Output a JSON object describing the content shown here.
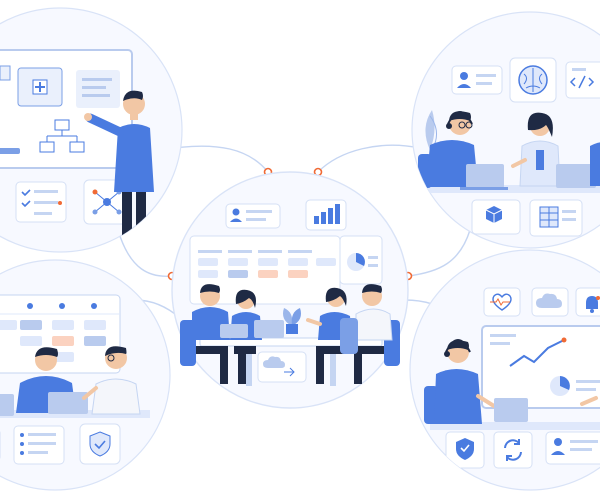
{
  "illustration": {
    "scenes": [
      {
        "id": "presentation",
        "icons": [
          "hospital-diagram-icon",
          "flowchart-icon",
          "checklist-icon",
          "network-icon"
        ]
      },
      {
        "id": "ai-support",
        "icons": [
          "user-card-icon",
          "brain-icon",
          "code-icon",
          "cube-icon",
          "spreadsheet-icon"
        ]
      },
      {
        "id": "central-meeting",
        "icons": [
          "user-card-icon",
          "bar-chart-icon",
          "pie-chart-icon",
          "cloud-sync-icon",
          "plant-icon"
        ]
      },
      {
        "id": "kanban-team",
        "icons": [
          "kanban-board-icon",
          "list-icon",
          "shield-check-icon"
        ]
      },
      {
        "id": "monitoring",
        "icons": [
          "heart-pulse-icon",
          "cloud-icon",
          "bell-icon",
          "line-chart-icon",
          "pie-chart-icon",
          "shield-check-icon",
          "sync-icon",
          "profile-card-icon"
        ]
      }
    ],
    "colors": {
      "accent_blue": "#4a7be0",
      "light_blue": "#dfe8fb",
      "connector_orange": "#f06a35",
      "line_blue": "#c5d5f2",
      "skin": "#f2c7a5",
      "hair": "#1f2a44"
    }
  }
}
